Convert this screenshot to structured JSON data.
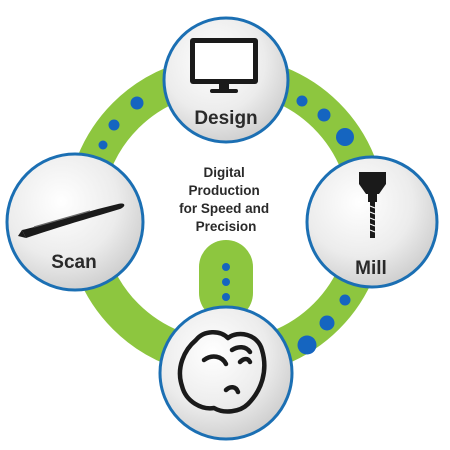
{
  "center_text": {
    "line1": "Digital",
    "line2": "Production",
    "line3": "for Speed and",
    "line4": "Precision"
  },
  "nodes": {
    "design": {
      "label": "Design",
      "icon": "monitor-icon"
    },
    "mill": {
      "label": "Mill",
      "icon": "mill-bit-icon"
    },
    "scan": {
      "label": "Scan",
      "icon": "intraoral-scanner-icon"
    },
    "tooth": {
      "label": "",
      "icon": "tooth-crown-icon"
    }
  },
  "colors": {
    "ring": "#8dc63f",
    "dot": "#1565c0",
    "node_border": "#1b6fb3",
    "node_fill_light": "#ffffff",
    "node_fill_dark": "#c9c9c9",
    "text": "#2a2a2a"
  }
}
